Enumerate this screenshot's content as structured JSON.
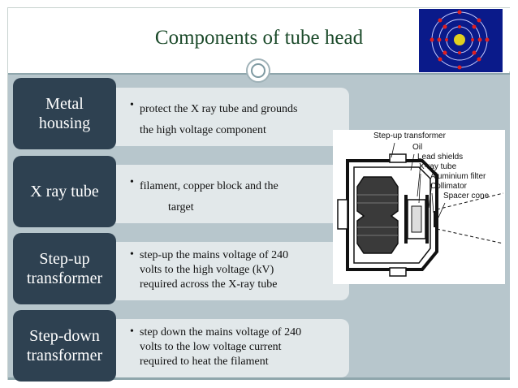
{
  "slide": {
    "title": "Components of tube head"
  },
  "rows": [
    {
      "label": "Metal\nhousing",
      "description": "protect the X ray tube and grounds\nthe high voltage component"
    },
    {
      "label": "X ray tube",
      "description": "filament, copper block and the\n          target"
    },
    {
      "label": "Step-up\ntransformer",
      "description": "step-up the mains voltage of 240\nvolts to the high voltage (kV)\nrequired across the X-ray tube"
    },
    {
      "label": "Step-down\ntransformer",
      "description": "step down the mains voltage of 240\nvolts to the low voltage current\nrequired to heat the filament"
    }
  ],
  "diagram": {
    "callouts": [
      "Step-up transformer",
      "Oil",
      "Lead shields",
      "X-ray tube",
      "Aluminium filter",
      "Collimator",
      "Spacer cone"
    ]
  },
  "colors": {
    "title": "#1b4a2a",
    "label_box": "#2e4151",
    "text_box": "#e2e8ea",
    "band": "#b7c6cc",
    "atom_bg": "#0a1a8a"
  },
  "icons": [
    "atom-icon",
    "medallion-icon",
    "bullet-icon"
  ]
}
